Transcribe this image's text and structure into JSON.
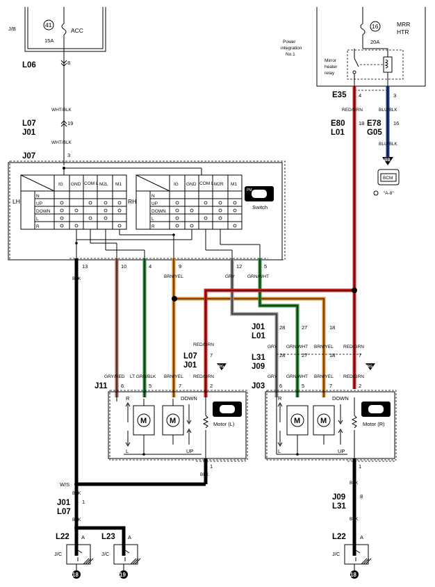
{
  "fuses": {
    "acc": {
      "num": "41",
      "name": "ACC",
      "amp": "15A",
      "box": "J/B"
    },
    "mrr": {
      "num": "16",
      "name1": "MRR",
      "name2": "HTR",
      "amp": "20A"
    }
  },
  "power_integration": {
    "line1": "Power",
    "line2": "integration",
    "line3": "No.1"
  },
  "relay": {
    "line1": "Mirror",
    "line2": "heater",
    "line3": "relay"
  },
  "connectors": {
    "L06": "L06",
    "L07": "L07",
    "J01": "J01",
    "J07": "J07",
    "E35": "E35",
    "E80": "E80",
    "L01": "L01",
    "E78": "E78",
    "G05": "G05",
    "J11": "J11",
    "J03": "J03",
    "L31": "L31",
    "J09": "J09",
    "L22": "L22",
    "L23": "L23"
  },
  "pins": {
    "p8": "8",
    "p19": "19",
    "p3": "3",
    "p4": "4",
    "p18": "18",
    "p16": "16",
    "p13": "13",
    "p10": "10",
    "p9": "9",
    "p12": "12",
    "p5": "5",
    "p28": "28",
    "p27": "27",
    "p7": "7",
    "p6": "6",
    "p2": "2",
    "p1": "1",
    "pA": "A"
  },
  "wires": {
    "wht_blk": "WHT/BLK",
    "red_grn": "RED/GRN",
    "blu_blk": "BLU/BLK",
    "blk": "BLK",
    "brn_yel": "BRN/YEL",
    "gry": "GRY",
    "grn_wht": "GRN/WHT",
    "gry_red": "GRY/RED",
    "lt_grn_blk": "LT GRN/BLK",
    "ws": "W/S"
  },
  "bcm": {
    "label": "BCM",
    "ref": "\"A-8\"",
    "badge": "BB"
  },
  "switch": {
    "lh": "LH",
    "rh": "RH",
    "badge": "PM",
    "label": "Switch",
    "cols_lh": [
      "IG",
      "GND",
      "COM L",
      "M2L",
      "M1"
    ],
    "cols_rh": [
      "IG",
      "GND",
      "COM L",
      "M2R",
      "M1"
    ],
    "rows": [
      "N",
      "UP",
      "DOWN",
      "L",
      "R"
    ]
  },
  "motor_l": {
    "label": "Motor (L)",
    "r": "R",
    "l": "L",
    "down": "DOWN",
    "up": "UP",
    "m": "M"
  },
  "motor_r": {
    "label": "Motor (R)",
    "r": "R",
    "l": "L",
    "down": "DOWN",
    "up": "UP",
    "m": "M"
  },
  "rg_badge": "RG",
  "ground_jc": "J/C",
  "grounds": {
    "g18": "18",
    "g19": "19"
  },
  "colors": {
    "red": "#d42222",
    "blue": "#1f3f8f",
    "green": "#2e8b3a",
    "orange": "#e08a1e",
    "gray": "#8c8c8c",
    "brown": "#a66a5c",
    "black": "#000000"
  }
}
